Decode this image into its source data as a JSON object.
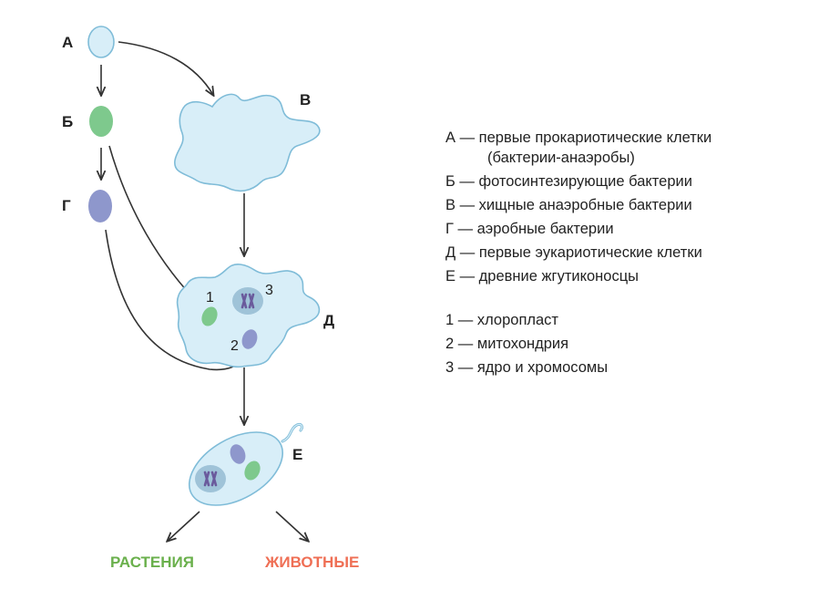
{
  "diagram": {
    "nodes": {
      "A": "А",
      "B": "Б",
      "V": "В",
      "G": "Г",
      "D": "Д",
      "E": "Е"
    },
    "organelle_numbers": {
      "one": "1",
      "two": "2",
      "three": "3"
    },
    "outcomes": {
      "plants": "РАСТЕНИЯ",
      "animals": "ЖИВОТНЫЕ"
    },
    "colors": {
      "cell_fill": "#d8eef8",
      "cell_stroke": "#7fbcd8",
      "chloroplast": "#7ec98d",
      "mitochondrion": "#8e97cc",
      "nucleus": "#9fc3d8",
      "chromosome": "#6a5a9c",
      "plants_text": "#6ab04c",
      "animals_text": "#ef6f55",
      "arrow": "#333333"
    }
  },
  "legend": {
    "cells": [
      {
        "line1": "А — первые прокариотические клетки",
        "line2": "(бактерии-анаэробы)"
      },
      {
        "line1": "Б — фотосинтезирующие бактерии"
      },
      {
        "line1": "В — хищные анаэробные бактерии"
      },
      {
        "line1": "Г — аэробные бактерии"
      },
      {
        "line1": "Д — первые эукариотические клетки"
      },
      {
        "line1": "Е — древние жгутиконосцы"
      }
    ],
    "organelles": [
      "1 — хлоропласт",
      "2 — митохондрия",
      "3 — ядро и хромосомы"
    ]
  }
}
